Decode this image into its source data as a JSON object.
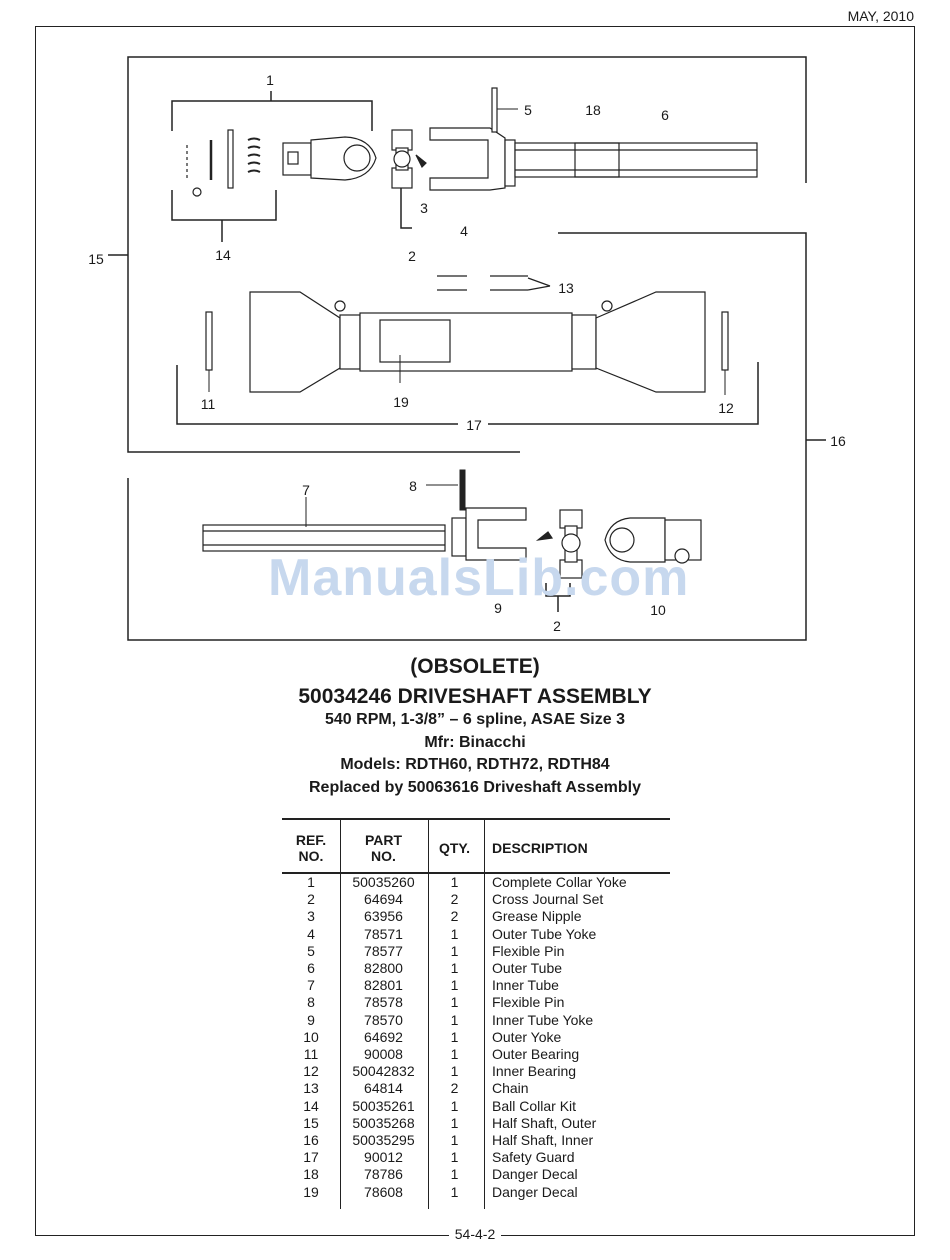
{
  "header": {
    "date": "MAY, 2010"
  },
  "footer": {
    "page_number": "54-4-2"
  },
  "watermark": "ManualsLib.com",
  "callouts": {
    "c1": "1",
    "c2a": "2",
    "c2b": "2",
    "c3": "3",
    "c4": "4",
    "c5": "5",
    "c6": "6",
    "c7": "7",
    "c8": "8",
    "c9": "9",
    "c10": "10",
    "c11": "11",
    "c12": "12",
    "c13": "13",
    "c14": "14",
    "c15": "15",
    "c16": "16",
    "c17": "17",
    "c18": "18",
    "c19": "19"
  },
  "titles": {
    "status": "(OBSOLETE)",
    "main": "50034246 DRIVESHAFT ASSEMBLY",
    "line1": "540 RPM, 1-3/8” – 6 spline, ASAE Size 3",
    "line2": "Mfr: Binacchi",
    "line3": "Models:  RDTH60, RDTH72, RDTH84",
    "line4": "Replaced by 50063616 Driveshaft Assembly"
  },
  "table": {
    "headers": {
      "ref_1": "REF.",
      "ref_2": "NO.",
      "part_1": "PART",
      "part_2": "NO.",
      "qty": "QTY.",
      "description": "DESCRIPTION"
    },
    "rows": [
      {
        "ref": "1",
        "part": "50035260",
        "qty": "1",
        "desc": "Complete Collar Yoke"
      },
      {
        "ref": "2",
        "part": "64694",
        "qty": "2",
        "desc": "Cross Journal Set"
      },
      {
        "ref": "3",
        "part": "63956",
        "qty": "2",
        "desc": "Grease Nipple"
      },
      {
        "ref": "4",
        "part": "78571",
        "qty": "1",
        "desc": "Outer Tube Yoke"
      },
      {
        "ref": "5",
        "part": "78577",
        "qty": "1",
        "desc": "Flexible Pin"
      },
      {
        "ref": "6",
        "part": "82800",
        "qty": "1",
        "desc": "Outer Tube"
      },
      {
        "ref": "7",
        "part": "82801",
        "qty": "1",
        "desc": "Inner Tube"
      },
      {
        "ref": "8",
        "part": "78578",
        "qty": "1",
        "desc": "Flexible Pin"
      },
      {
        "ref": "9",
        "part": "78570",
        "qty": "1",
        "desc": "Inner Tube Yoke"
      },
      {
        "ref": "10",
        "part": "64692",
        "qty": "1",
        "desc": "Outer Yoke"
      },
      {
        "ref": "11",
        "part": "90008",
        "qty": "1",
        "desc": "Outer Bearing"
      },
      {
        "ref": "12",
        "part": "50042832",
        "qty": "1",
        "desc": "Inner Bearing"
      },
      {
        "ref": "13",
        "part": "64814",
        "qty": "2",
        "desc": "Chain"
      },
      {
        "ref": "14",
        "part": "50035261",
        "qty": "1",
        "desc": "Ball Collar Kit"
      },
      {
        "ref": "15",
        "part": "50035268",
        "qty": "1",
        "desc": "Half Shaft, Outer"
      },
      {
        "ref": "16",
        "part": "50035295",
        "qty": "1",
        "desc": "Half Shaft, Inner"
      },
      {
        "ref": "17",
        "part": "90012",
        "qty": "1",
        "desc": "Safety Guard"
      },
      {
        "ref": "18",
        "part": "78786",
        "qty": "1",
        "desc": "Danger Decal"
      },
      {
        "ref": "19",
        "part": "78608",
        "qty": "1",
        "desc": "Danger Decal"
      }
    ]
  }
}
